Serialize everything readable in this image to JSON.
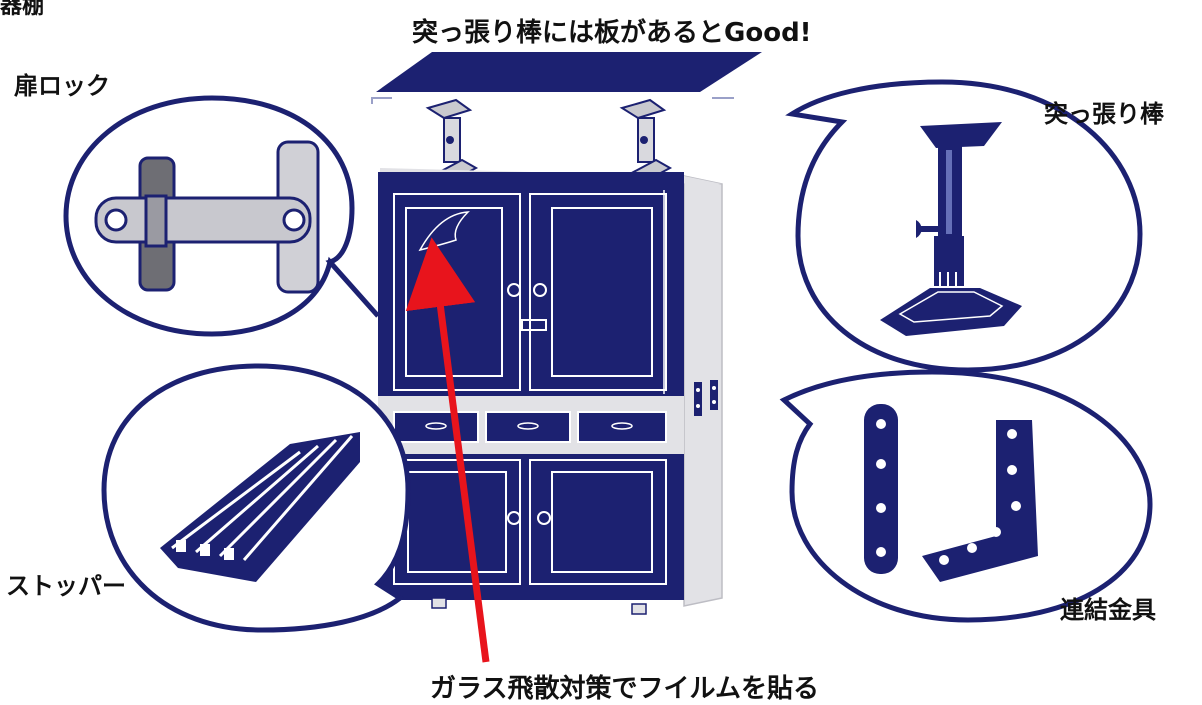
{
  "corner_label": "器棚",
  "top_caption": "突っ張り棒には板があるとGood!",
  "callouts": {
    "door_lock": "扉ロック",
    "tension_rod": "突っ張り棒",
    "stopper": "ストッパー",
    "connector": "連結金具"
  },
  "bottom_caption": "ガラス飛散対策でフイルムを貼る",
  "colors": {
    "navy": "#1c2171",
    "light_gray": "#e2e2e6",
    "mid_gray": "#bdbdc4",
    "dark_gray": "#6e6e74",
    "arrow": "#e8141c",
    "white": "#ffffff"
  },
  "icons": [
    "board-icon",
    "tension-rod-icon",
    "door-lock-icon",
    "stopper-icon",
    "connector-bracket-icon",
    "cupboard-icon"
  ]
}
